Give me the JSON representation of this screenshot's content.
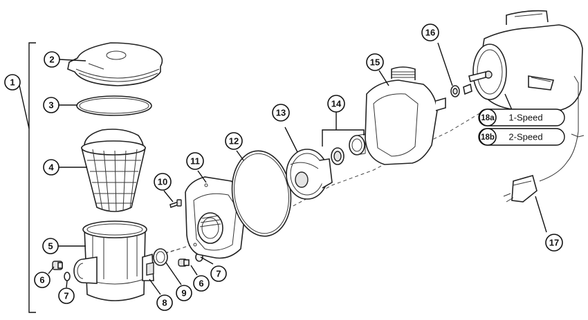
{
  "callouts": {
    "c1": "1",
    "c2": "2",
    "c3": "3",
    "c4": "4",
    "c5": "5",
    "c6a": "6",
    "c6b": "6",
    "c7a": "7",
    "c7b": "7",
    "c8": "8",
    "c9": "9",
    "c10": "10",
    "c11": "11",
    "c12": "12",
    "c13": "13",
    "c14": "14",
    "c15": "15",
    "c16": "16",
    "c17": "17"
  },
  "motor_options": [
    {
      "code": "18a",
      "label": "1-Speed"
    },
    {
      "code": "18b",
      "label": "2-Speed"
    }
  ],
  "colors": {
    "ink": "#111111",
    "background": "#ffffff"
  }
}
